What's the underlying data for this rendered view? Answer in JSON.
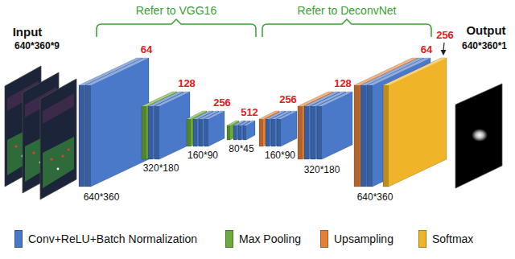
{
  "diagram": {
    "labels": [
      "Refer to VGG16",
      "Refer to DeconvNet",
      "Input",
      "640*360*9",
      "Output",
      "640*360*1",
      "64",
      "128",
      "256",
      "512",
      "256",
      "128",
      "64",
      "256",
      "640*360",
      "320*180",
      "160*90",
      "80*45",
      "160*90",
      "320*180",
      "640*360"
    ],
    "legend": [
      {
        "text": "Conv+ReLU+Batch Normalization",
        "color": "#4a79c9"
      },
      {
        "text": "Max Pooling",
        "color": "#6aab3c"
      },
      {
        "text": "Upsampling",
        "color": "#e5803a"
      },
      {
        "text": "Softmax",
        "color": "#f0b429"
      }
    ]
  }
}
